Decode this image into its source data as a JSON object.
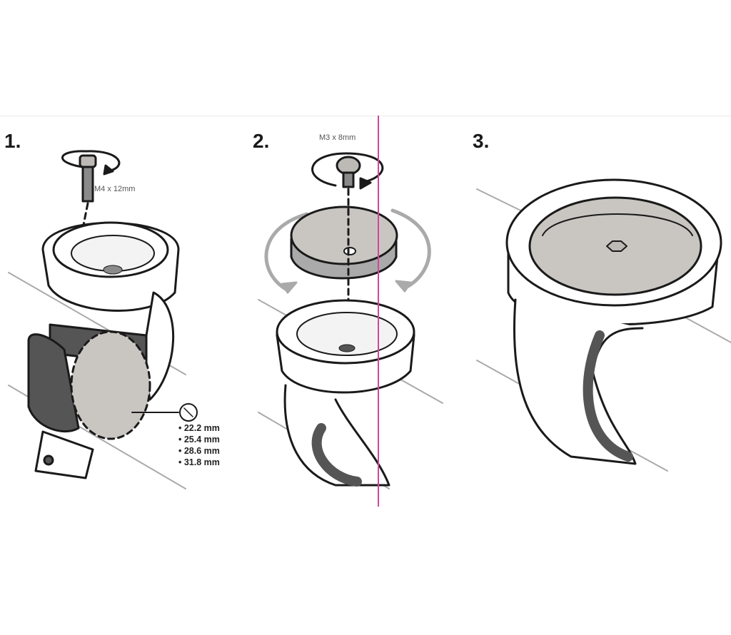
{
  "steps": [
    {
      "number": "1.",
      "bolt_label": "M4 x 12mm"
    },
    {
      "number": "2.",
      "bolt_label": "M3 x 8mm"
    },
    {
      "number": "3."
    }
  ],
  "bar_sizes": [
    "• 22.2 mm",
    "• 25.4 mm",
    "• 28.6 mm",
    "• 31.8 mm"
  ],
  "colors": {
    "divider": "#d0479a",
    "part_grey": "#bdbab6",
    "band_dark": "#555555"
  }
}
